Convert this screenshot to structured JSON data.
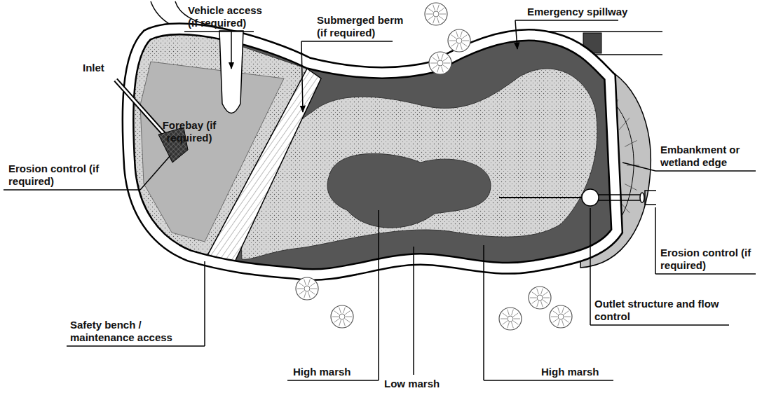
{
  "diagram": {
    "labels": [
      "Vehicle access (if required)",
      "Submerged berm (if required)",
      "Emergency spillway",
      "Inlet",
      "Forebay (if required)",
      "Erosion control (if required)",
      "Embankment or wetland edge",
      "Erosion control (if required)",
      "Safety bench / maintenance access",
      "Outlet structure and flow control",
      "High marsh",
      "Low marsh",
      "High marsh"
    ]
  }
}
